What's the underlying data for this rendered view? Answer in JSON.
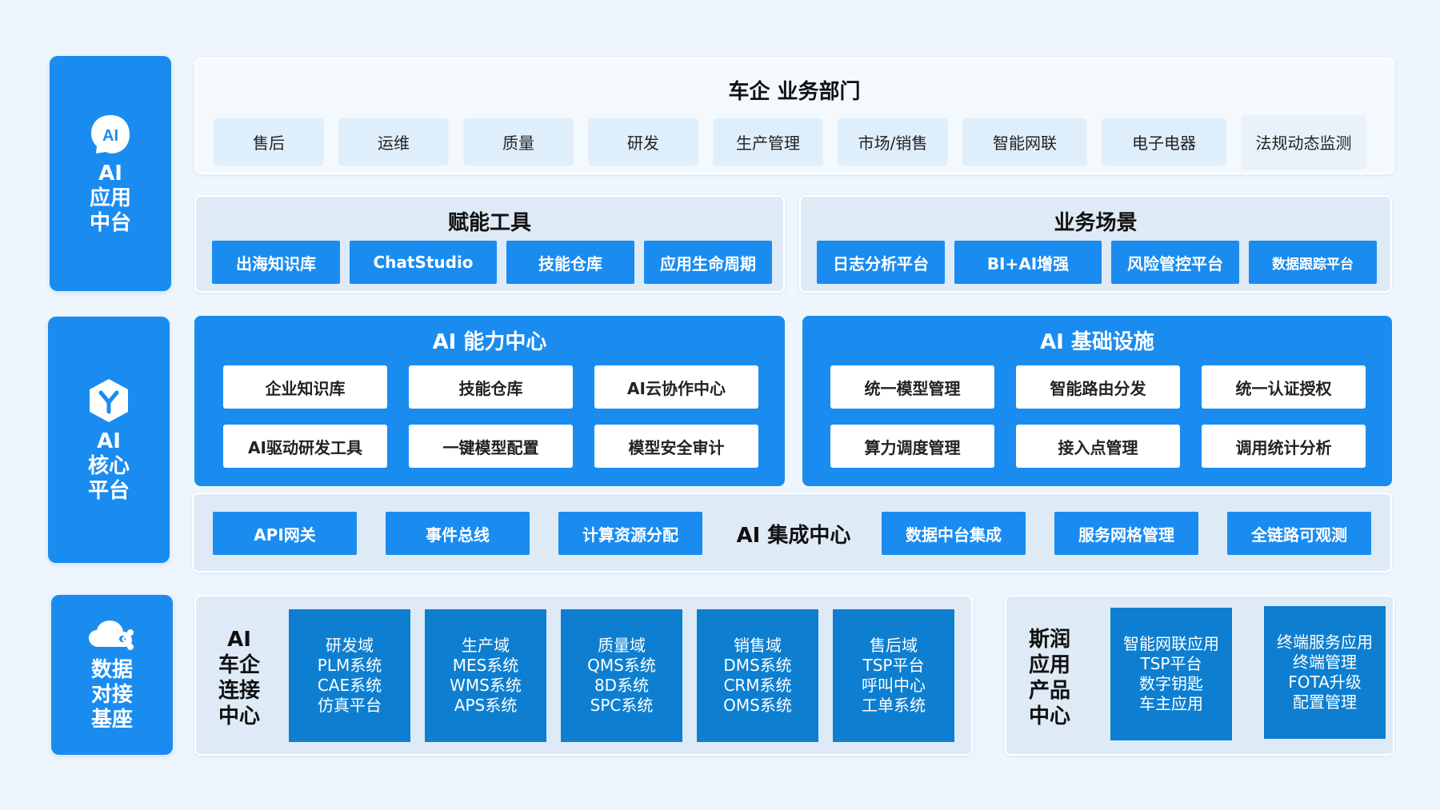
{
  "side": {
    "app": "AI\n应用\n中台",
    "core": "AI\n核心\n平台",
    "data": "数据\n对接\n基座"
  },
  "business_dept": {
    "title": "车企 业务部门",
    "items": [
      "售后",
      "运维",
      "质量",
      "研发",
      "生产管理",
      "市场/销售",
      "智能网联",
      "电子电器",
      "法规动态监测"
    ]
  },
  "tools": {
    "title": "赋能工具",
    "items": [
      "出海知识库",
      "ChatStudio",
      "技能仓库",
      "应用生命周期"
    ]
  },
  "scenes": {
    "title": "业务场景",
    "items": [
      "日志分析平台",
      "BI+AI增强",
      "风险管控平台",
      "数据跟踪平台"
    ]
  },
  "capability": {
    "title": "AI 能力中心",
    "items": [
      "企业知识库",
      "技能仓库",
      "AI云协作中心",
      "AI驱动研发工具",
      "一键模型配置",
      "模型安全审计"
    ]
  },
  "infra": {
    "title": "AI 基础设施",
    "items": [
      "统一模型管理",
      "智能路由分发",
      "统一认证授权",
      "算力调度管理",
      "接入点管理",
      "调用统计分析"
    ]
  },
  "integration": {
    "title": "AI 集成中心",
    "left": [
      "API网关",
      "事件总线",
      "计算资源分配"
    ],
    "right": [
      "数据中台集成",
      "服务网格管理",
      "全链路可观测"
    ]
  },
  "connect": {
    "title": "AI\n车企\n连接\n中心",
    "domains": [
      [
        "研发域",
        "PLM系统",
        "CAE系统",
        "仿真平台"
      ],
      [
        "生产域",
        "MES系统",
        "WMS系统",
        "APS系统"
      ],
      [
        "质量域",
        "QMS系统",
        "8D系统",
        "SPC系统"
      ],
      [
        "销售域",
        "DMS系统",
        "CRM系统",
        "OMS系统"
      ],
      [
        "售后域",
        "TSP平台",
        "呼叫中心",
        "工单系统"
      ]
    ]
  },
  "sirun": {
    "title": "斯润\n应用\n产品\n中心",
    "apps": [
      [
        "智能网联应用",
        "TSP平台",
        "数字钥匙",
        "车主应用"
      ],
      [
        "终端服务应用",
        "终端管理",
        "FOTA升级",
        "配置管理"
      ]
    ]
  },
  "colors": {
    "primary": "#1a8cf0",
    "domain": "#0e7fd0",
    "panel": "#deeaf6"
  },
  "icons": {
    "app": "ai-head-icon",
    "core": "cube-icon",
    "data": "cloud-share-icon"
  }
}
